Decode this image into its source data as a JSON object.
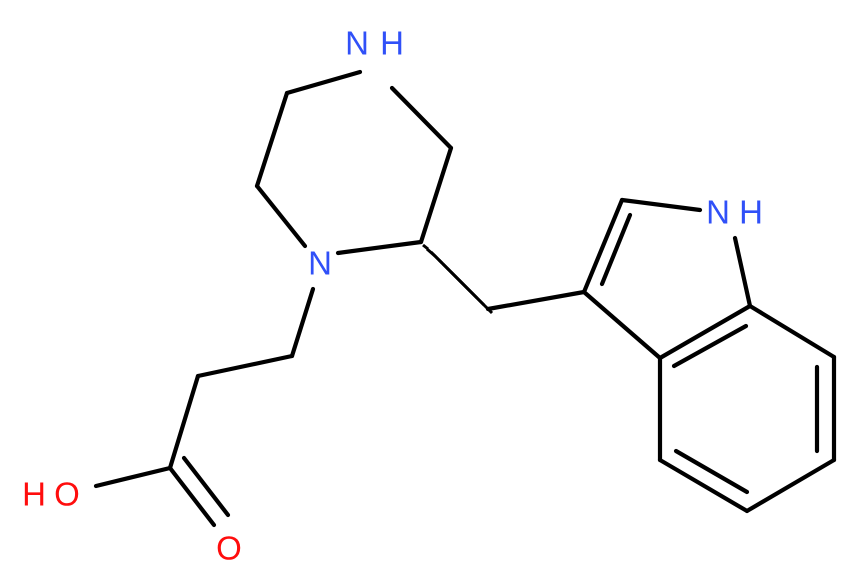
{
  "molecule": {
    "atoms": {
      "n_top": {
        "text": "N",
        "color": "#3050F8"
      },
      "h_top": {
        "text": "H",
        "color": "#3050F8"
      },
      "n_left": {
        "text": "N",
        "color": "#3050F8"
      },
      "n_indole": {
        "text": "N",
        "color": "#3050F8"
      },
      "h_indole": {
        "text": "H",
        "color": "#3050F8"
      },
      "o_hydroxyl": {
        "text": "O",
        "color": "#FF0D0D"
      },
      "h_hydroxyl": {
        "text": "H",
        "color": "#FF0D0D"
      },
      "o_carbonyl": {
        "text": "O",
        "color": "#FF0D0D"
      }
    },
    "bond_color": "#000000"
  }
}
